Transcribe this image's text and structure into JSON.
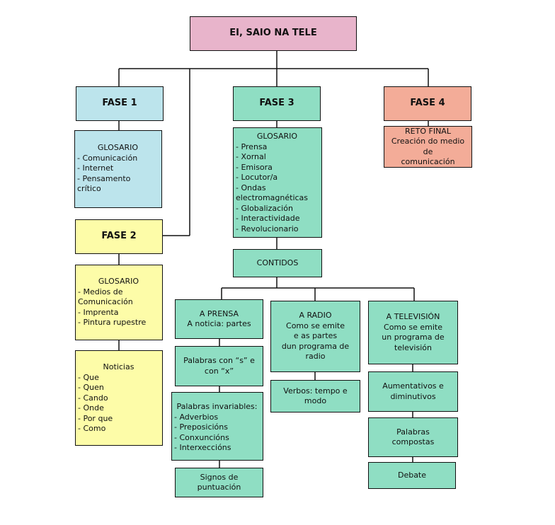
{
  "title": "EI, SAIO NA TELE",
  "phases": {
    "f1": "FASE 1",
    "f2": "FASE 2",
    "f3": "FASE 3",
    "f4": "FASE 4"
  },
  "fase1_glosario": {
    "heading": "GLOSARIO",
    "items": [
      "- Comunicación",
      "- Internet",
      "- Pensamento",
      "crítico"
    ]
  },
  "fase2_glosario": {
    "heading": "GLOSARIO",
    "items": [
      "- Medios de",
      "Comunicación",
      "- Imprenta",
      "- Pintura rupestre"
    ]
  },
  "fase2_noticias": {
    "heading": "Noticias",
    "items": [
      "- Que",
      "- Quen",
      "- Cando",
      "- Onde",
      "- Por que",
      "- Como"
    ]
  },
  "fase3_glosario": {
    "heading": "GLOSARIO",
    "items": [
      "- Prensa",
      "- Xornal",
      "- Emisora",
      "- Locutor/a",
      "- Ondas",
      "electromagnéticas",
      "- Globalización",
      "- Interactividade",
      "- Revolucionario"
    ]
  },
  "contidos": "CONTIDOS",
  "prensa": {
    "lines": [
      "A PRENSA",
      "A noticia: partes"
    ],
    "palabras_sx": [
      "Palabras con “s” e",
      "con “x”"
    ],
    "invariables": {
      "heading": "Palabras invariables:",
      "items": [
        "- Adverbios",
        "- Preposicións",
        "- Conxuncións",
        "- Interxeccións"
      ]
    },
    "signos": [
      "Signos de",
      "puntuación"
    ]
  },
  "radio": {
    "lines": [
      "A RADIO",
      "Como se emite",
      "e as partes",
      "dun programa de",
      "radio"
    ],
    "verbos": [
      "Verbos: tempo e",
      "modo"
    ]
  },
  "television": {
    "lines": [
      "A TELEVISIÓN",
      "Como se emite",
      "un programa de",
      "televisión"
    ],
    "aumentativos": [
      "Aumentativos e",
      "diminutivos"
    ],
    "compostas": [
      "Palabras",
      "compostas"
    ],
    "debate": "Debate"
  },
  "fase4_reto": [
    "RETO FINAL",
    "Creación do medio de",
    "comunicación"
  ],
  "colors": {
    "title": "#e8b4cb",
    "fase1": "#bce4ec",
    "fase2": "#fdfca8",
    "fase3": "#8fdec3",
    "fase4": "#f3ac98"
  }
}
